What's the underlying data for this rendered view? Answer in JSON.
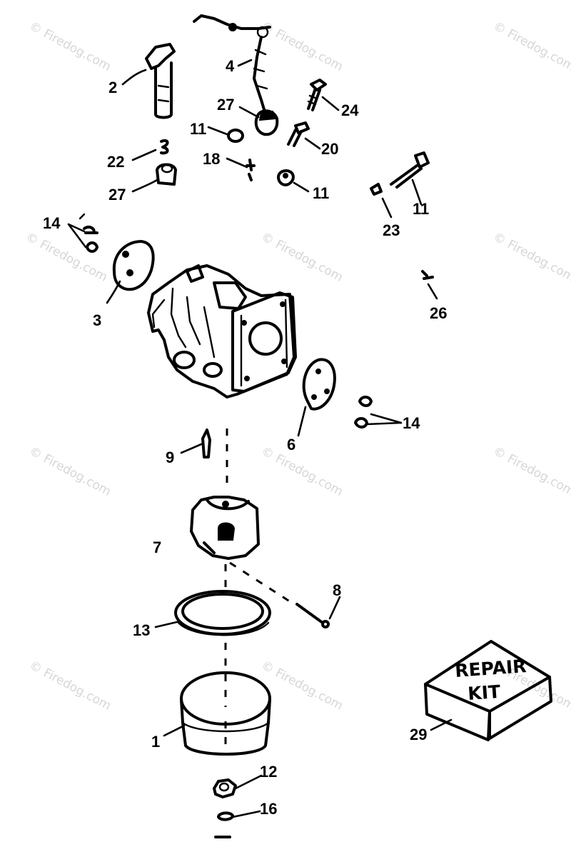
{
  "watermark": {
    "text": "© Firedog.com",
    "color": "#d6d6d6"
  },
  "callouts": {
    "c1": "1",
    "c2": "2",
    "c3": "3",
    "c4": "4",
    "c6": "6",
    "c7": "7",
    "c8": "8",
    "c9": "9",
    "c11a": "11",
    "c11b": "11",
    "c11c": "11",
    "c12": "12",
    "c13": "13",
    "c14a": "14",
    "c14b": "14",
    "c16": "16",
    "c18": "18",
    "c20": "20",
    "c22": "22",
    "c23": "23",
    "c24": "24",
    "c26": "26",
    "c27a": "27",
    "c27b": "27",
    "c29": "29"
  },
  "repair_kit": {
    "line1": "REPAIR",
    "line2": "KIT"
  }
}
